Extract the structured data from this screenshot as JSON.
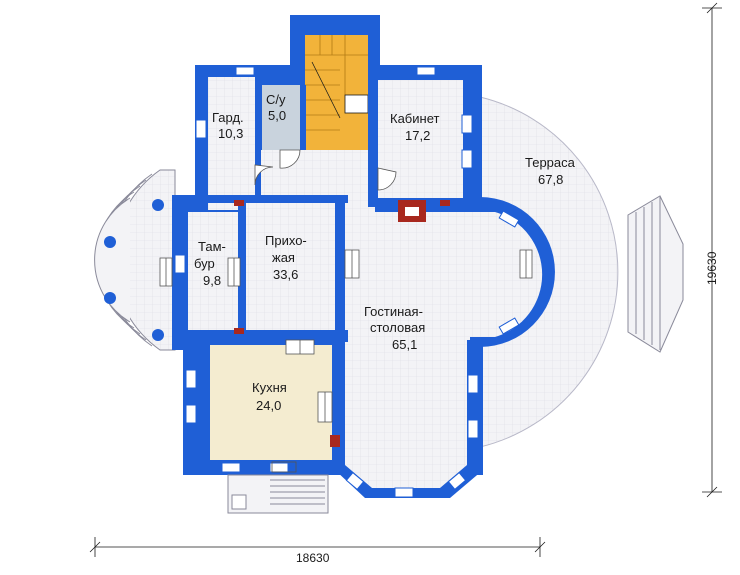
{
  "rooms": [
    {
      "name": "Гард.",
      "area": "10,3"
    },
    {
      "name": "С/у",
      "area": "5,0"
    },
    {
      "name": "Кабинет",
      "area": "17,2"
    },
    {
      "name": "Терраса",
      "area": "67,8"
    },
    {
      "name": "Там-",
      "name2": "бур",
      "area": "9,8"
    },
    {
      "name": "Прихо-",
      "name2": "жая",
      "area": "33,6"
    },
    {
      "name": "Гостиная-",
      "name2": "столовая",
      "area": "65,1"
    },
    {
      "name": "Кухня",
      "area": "24,0"
    }
  ],
  "dimensions": {
    "width": "18630",
    "height": "19630"
  },
  "colors": {
    "wall": "#1f5fd6",
    "floor": "#f0f0f3",
    "kitchen": "#f4ecd0",
    "bath": "#c9d3dd",
    "stair": "#f2b33a",
    "fireplace": "#a8281e"
  }
}
